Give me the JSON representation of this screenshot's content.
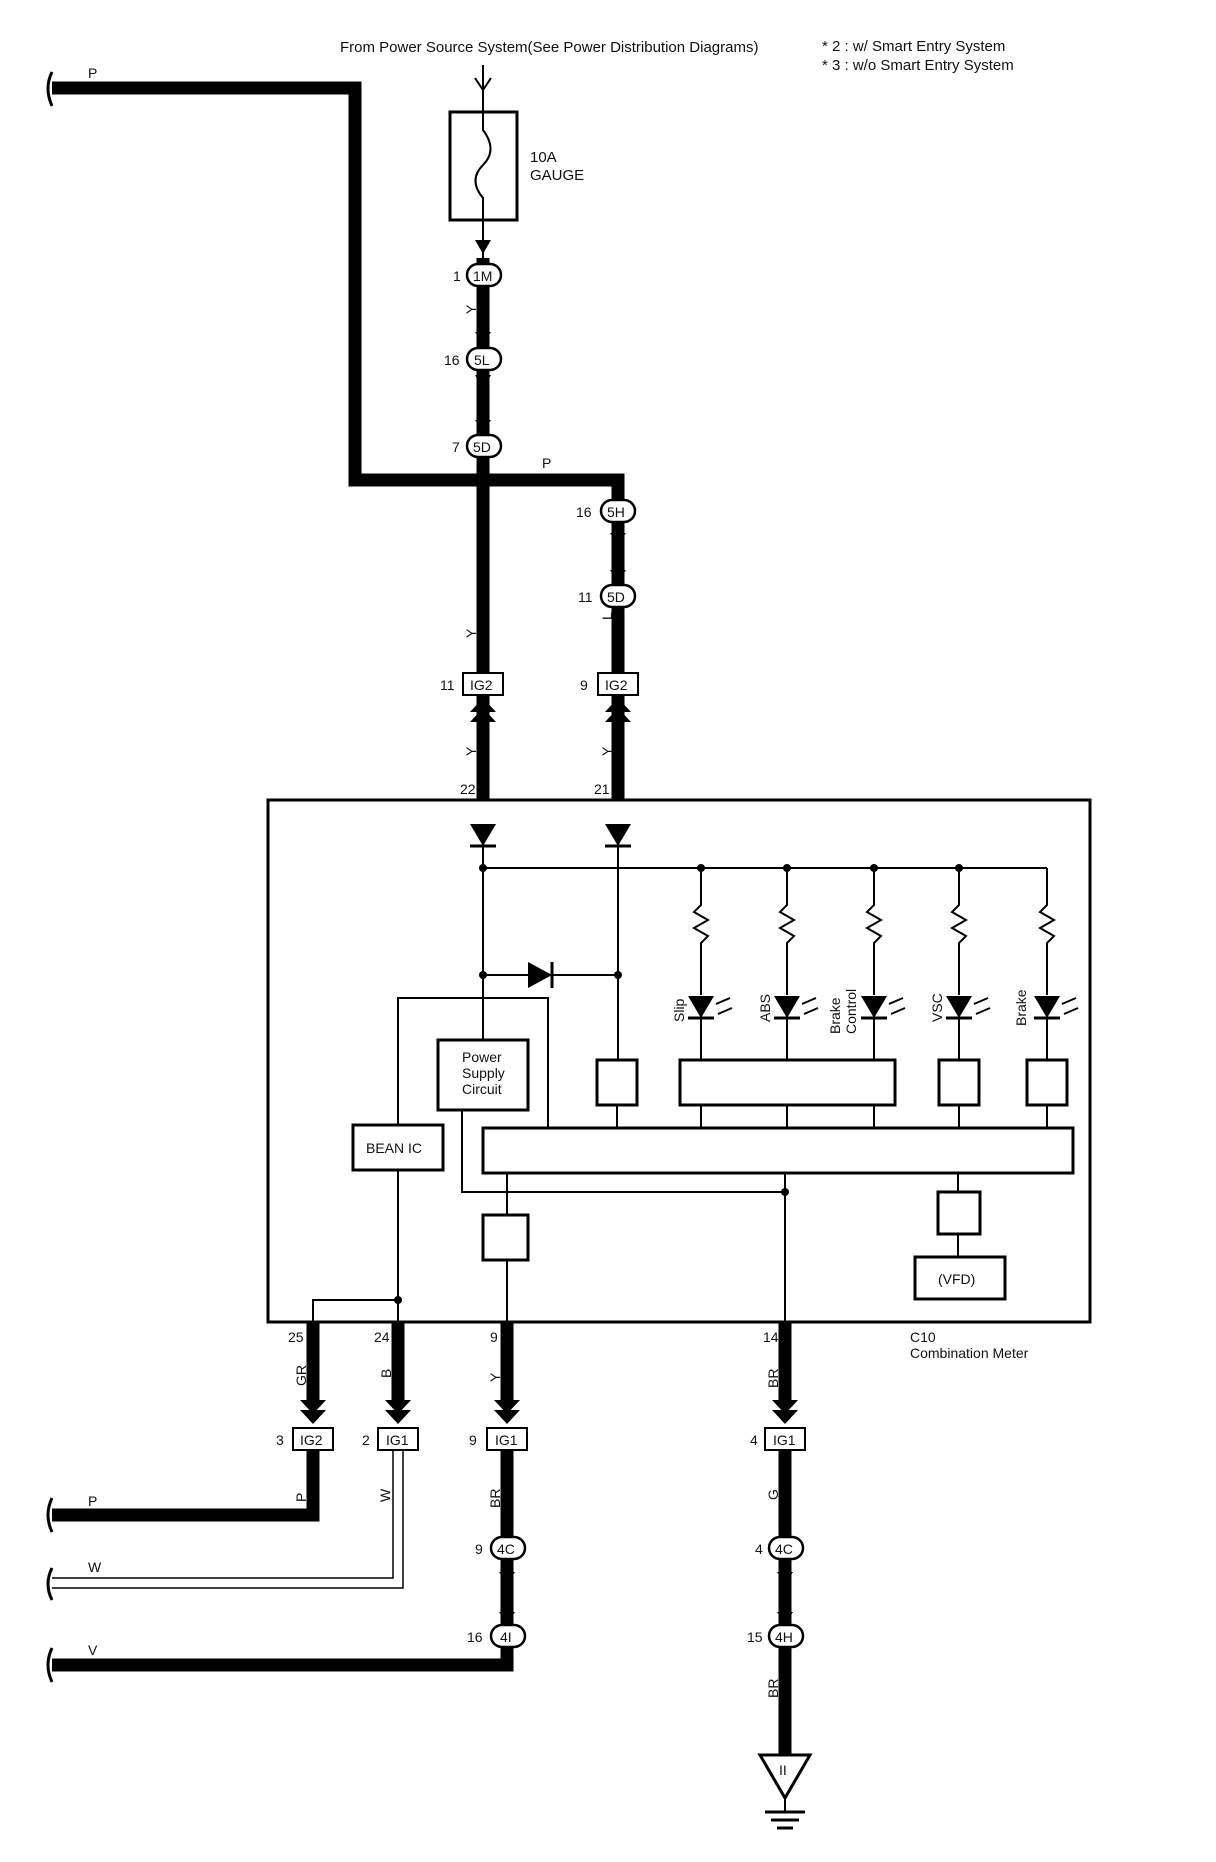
{
  "header": {
    "source": "From Power Source System(See Power Distribution Diagrams)",
    "notes": [
      "* 2 : w/ Smart Entry System",
      "* 3 : w/o Smart Entry System"
    ]
  },
  "fuse": {
    "rating": "10A",
    "name": "GAUGE"
  },
  "connectors": {
    "c1m": {
      "pin": "1",
      "id": "1M"
    },
    "c5l": {
      "pin": "16",
      "id": "5L"
    },
    "c5d_top": {
      "pin": "7",
      "id": "5D"
    },
    "c5h": {
      "pin": "16",
      "id": "5H"
    },
    "c5d_mid": {
      "pin": "11",
      "id": "5D"
    },
    "ig2_left": {
      "pin": "11",
      "id": "IG2"
    },
    "ig2_right": {
      "pin": "9",
      "id": "IG2"
    },
    "ig2_bottom": {
      "pin": "3",
      "id": "IG2"
    },
    "ig1_a": {
      "pin": "2",
      "id": "IG1"
    },
    "ig1_b": {
      "pin": "9",
      "id": "IG1"
    },
    "ig1_c": {
      "pin": "4",
      "id": "IG1"
    },
    "c4c_left": {
      "pin": "9",
      "id": "4C"
    },
    "c4c_right": {
      "pin": "4",
      "id": "4C"
    },
    "c4i": {
      "pin": "16",
      "id": "4I"
    },
    "c4h": {
      "pin": "15",
      "id": "4H"
    }
  },
  "wires": {
    "left_p_top": "P",
    "y1": "Y",
    "junction_p": "P",
    "y2": "Y",
    "l1": "L",
    "y3": "Y",
    "y4": "Y",
    "gr": "GR",
    "b": "B",
    "y5": "Y",
    "br1": "BR",
    "p_bottom": "P",
    "w1": "W",
    "br2": "BR",
    "g": "G",
    "left_p_bottom": "P",
    "left_w": "W",
    "left_v": "V",
    "br3": "BR"
  },
  "meter": {
    "name": "Combination Meter",
    "code": "C10",
    "pins_top": [
      "22",
      "21"
    ],
    "pins_bottom": [
      "25",
      "24",
      "9",
      "14"
    ],
    "lamps": [
      "Slip",
      "ABS",
      "Brake",
      "Control",
      "VSC",
      "Brake"
    ],
    "blocks": {
      "power_supply": [
        "Power",
        "Supply",
        "Circuit"
      ],
      "bean": "BEAN IC",
      "vfd": "(VFD)"
    }
  },
  "ground": {
    "id": "II"
  }
}
